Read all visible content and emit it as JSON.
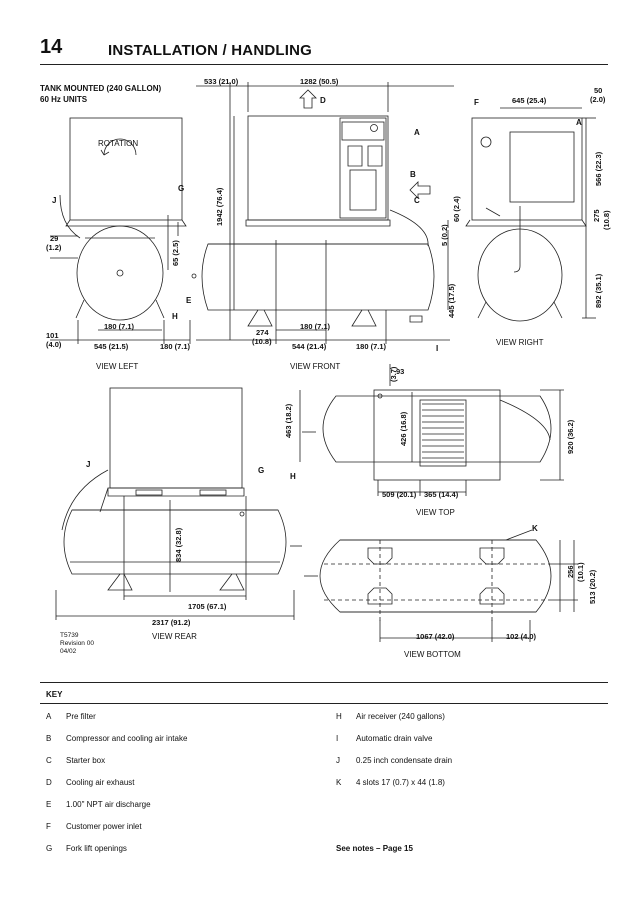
{
  "page": {
    "number": "14",
    "title": "INSTALLATION / HANDLING"
  },
  "drawing": {
    "heading_line1": "TANK MOUNTED (240 GALLON)",
    "heading_line2": "60 Hz UNITS",
    "rotation_label": "ROTATION",
    "views": {
      "left": "VIEW LEFT",
      "front": "VIEW FRONT",
      "right": "VIEW RIGHT",
      "rear": "VIEW REAR",
      "top": "VIEW TOP",
      "bottom": "VIEW BOTTOM"
    },
    "callouts": {
      "a": "A",
      "b": "B",
      "c": "C",
      "d": "D",
      "e": "E",
      "f": "F",
      "g": "G",
      "h": "H",
      "i": "I",
      "j": "J",
      "k": "K"
    },
    "dims": {
      "d533": "533 (21.0)",
      "d1282": "1282 (50.5)",
      "d50": "50",
      "d50b": "(2.0)",
      "d645": "645 (25.4)",
      "d29": "29",
      "d29b": "(1.2)",
      "d101": "101",
      "d101b": "(4.0)",
      "d180a": "180 (7.1)",
      "d545": "545 (21.5)",
      "d180b": "180 (7.1)",
      "d274": "274",
      "d274b": "(10.8)",
      "d180c": "180 (7.1)",
      "d544": "544 (21.4)",
      "d180d": "180 (7.1)",
      "d1942": "1942 (76.4)",
      "d65": "65 (2.5)",
      "d60": "60 (2.4)",
      "d5": "5 (0.2)",
      "d445": "445 (17.5)",
      "d566": "566 (22.3)",
      "d275": "275",
      "d275b": "(10.8)",
      "d892": "892 (35.1)",
      "d93": "93",
      "d93b": "(3.7)",
      "d463": "463 (18.2)",
      "d426": "426 (16.8)",
      "d920": "920 (36.2)",
      "d509": "509 (20.1)",
      "d365": "365 (14.4)",
      "d834": "834 (32.8)",
      "d1705": "1705 (67.1)",
      "d2317": "2317 (91.2)",
      "d256": "256",
      "d256b": "(10.1)",
      "d513": "513 (20.2)",
      "d1067": "1067 (42.0)",
      "d102": "102 (4.0)"
    },
    "revision": {
      "line1": "T5739",
      "line2": "Revision 00",
      "line3": "04/02"
    }
  },
  "key": {
    "title": "KEY",
    "left": [
      {
        "letter": "A",
        "text": "Pre filter"
      },
      {
        "letter": "B",
        "text": "Compressor and cooling air intake"
      },
      {
        "letter": "C",
        "text": "Starter box"
      },
      {
        "letter": "D",
        "text": "Cooling air exhaust"
      },
      {
        "letter": "E",
        "text": "1.00\" NPT air discharge"
      },
      {
        "letter": "F",
        "text": "Customer power inlet"
      },
      {
        "letter": "G",
        "text": "Fork lift openings"
      }
    ],
    "right": [
      {
        "letter": "H",
        "text": "Air receiver (240 gallons)"
      },
      {
        "letter": "I",
        "text": "Automatic drain valve"
      },
      {
        "letter": "J",
        "text": "0.25 inch condensate drain"
      },
      {
        "letter": "K",
        "text": "4 slots 17 (0.7) x 44 (1.8)"
      }
    ],
    "notes": "See notes – Page 15"
  }
}
